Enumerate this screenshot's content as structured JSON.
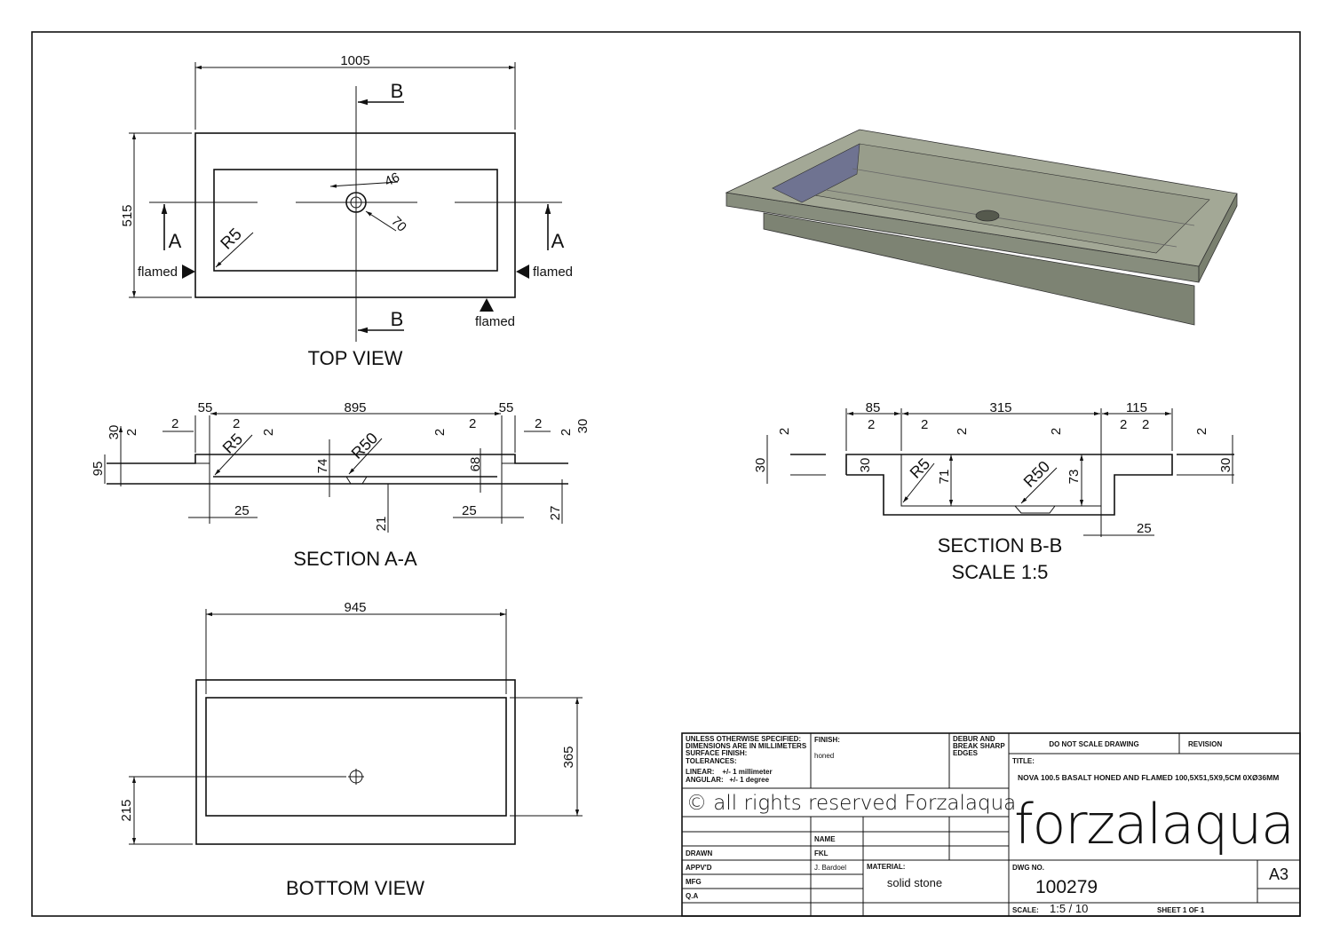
{
  "top_view": {
    "title": "TOP VIEW",
    "width_dim": "1005",
    "depth_dim": "515",
    "drain_inner_dim": "46",
    "drain_outer_dim": "70",
    "radius": "R5",
    "section_a": "A",
    "section_b": "B",
    "finish_note": "flamed"
  },
  "section_aa": {
    "title": "SECTION A-A",
    "dims": {
      "inner_width": "895",
      "side_left": "55",
      "side_right": "55",
      "chamfer": "2",
      "top": "30",
      "total": "95",
      "depth_left": "74",
      "depth_right": "68",
      "wall": "25",
      "drain": "21",
      "bottom": "27",
      "r5": "R5",
      "r50": "R50"
    }
  },
  "section_bb": {
    "title": "SECTION B-B",
    "scale": "SCALE 1:5",
    "dims": {
      "left": "85",
      "mid": "315",
      "right": "115",
      "chamfer": "2",
      "top": "30",
      "depth_left": "71",
      "depth_right": "73",
      "wall": "25",
      "r5": "R5",
      "r50": "R50"
    }
  },
  "bottom_view": {
    "title": "BOTTOM VIEW",
    "width_dim": "945",
    "depth_dim": "365",
    "drain_offset": "215"
  },
  "title_block": {
    "notes": [
      "UNLESS OTHERWISE SPECIFIED:",
      "DIMENSIONS ARE IN MILLIMETERS",
      "SURFACE FINISH:",
      "TOLERANCES:",
      "LINEAR:    +/- 1 millimeter",
      "ANGULAR:   +/- 1 degree"
    ],
    "finish_label": "FINISH:",
    "finish_value": "honed",
    "debur": [
      "DEBUR AND",
      "BREAK SHARP",
      "EDGES"
    ],
    "do_not_scale": "DO NOT SCALE DRAWING",
    "revision_label": "REVISION",
    "title_label": "TITLE:",
    "title_value": "NOVA 100.5 BASALT HONED AND FLAMED 100,5X51,5X9,5CM 0XØ36MM",
    "copyright": "© all rights reserved Forzalaqua",
    "logo": "forzalaqua",
    "name_label": "NAME",
    "drawn_label": "DRAWN",
    "drawn_value": "FKL",
    "appvd_label": "APPV'D",
    "appvd_value": "J. Bardoel",
    "mfg_label": "MFG",
    "qa_label": "Q.A",
    "material_label": "MATERIAL:",
    "material_value": "solid stone",
    "dwg_no_label": "DWG NO.",
    "dwg_no_value": "100279",
    "size": "A3",
    "scale_label": "SCALE:",
    "scale_value": "1:5 / 10",
    "sheet": "SHEET 1 OF 1"
  }
}
